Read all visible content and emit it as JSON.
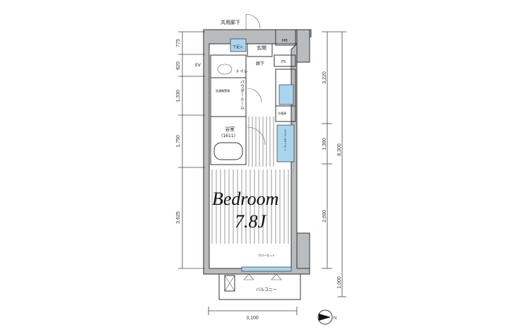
{
  "labels": {
    "corridor": "共用廊下",
    "shoe_storage": "下足入",
    "entrance": "玄関",
    "mb": "MB",
    "ps": "PS",
    "ev": "EV",
    "toilet": "トイレ",
    "hallway": "廊下",
    "powder_room": "パウダールーム",
    "bath": "浴室",
    "bath_size": "(1611)",
    "washer": "洗濯機置場",
    "fridge": "冷蔵庫",
    "kitchen": "システムキッチン",
    "bedroom": "Bedroom",
    "bedroom_size": "7.8J",
    "closet": "クローゼット",
    "balcony": "バルコニー"
  },
  "dimensions": {
    "left": [
      "775",
      "820",
      "1,330",
      "1,750",
      "3,625"
    ],
    "right_inner": [
      "3,220",
      "1,390",
      "2,690"
    ],
    "right_outer": [
      "8,300",
      "1,000"
    ],
    "bottom": "3,100"
  },
  "compass": "N"
}
